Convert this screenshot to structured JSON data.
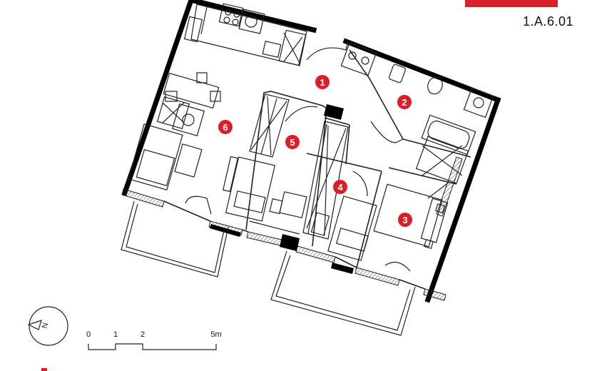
{
  "unit_code": "1.A.6.01",
  "rooms": [
    {
      "number": "1"
    },
    {
      "number": "2"
    },
    {
      "number": "3"
    },
    {
      "number": "4"
    },
    {
      "number": "5"
    },
    {
      "number": "6"
    }
  ],
  "scale_bar": {
    "labels": [
      "0",
      "1",
      "2",
      "5m"
    ]
  },
  "compass": {
    "label": "N"
  },
  "colors": {
    "accent": "#d8202a",
    "walls": "#000000",
    "lines": "#222222"
  }
}
